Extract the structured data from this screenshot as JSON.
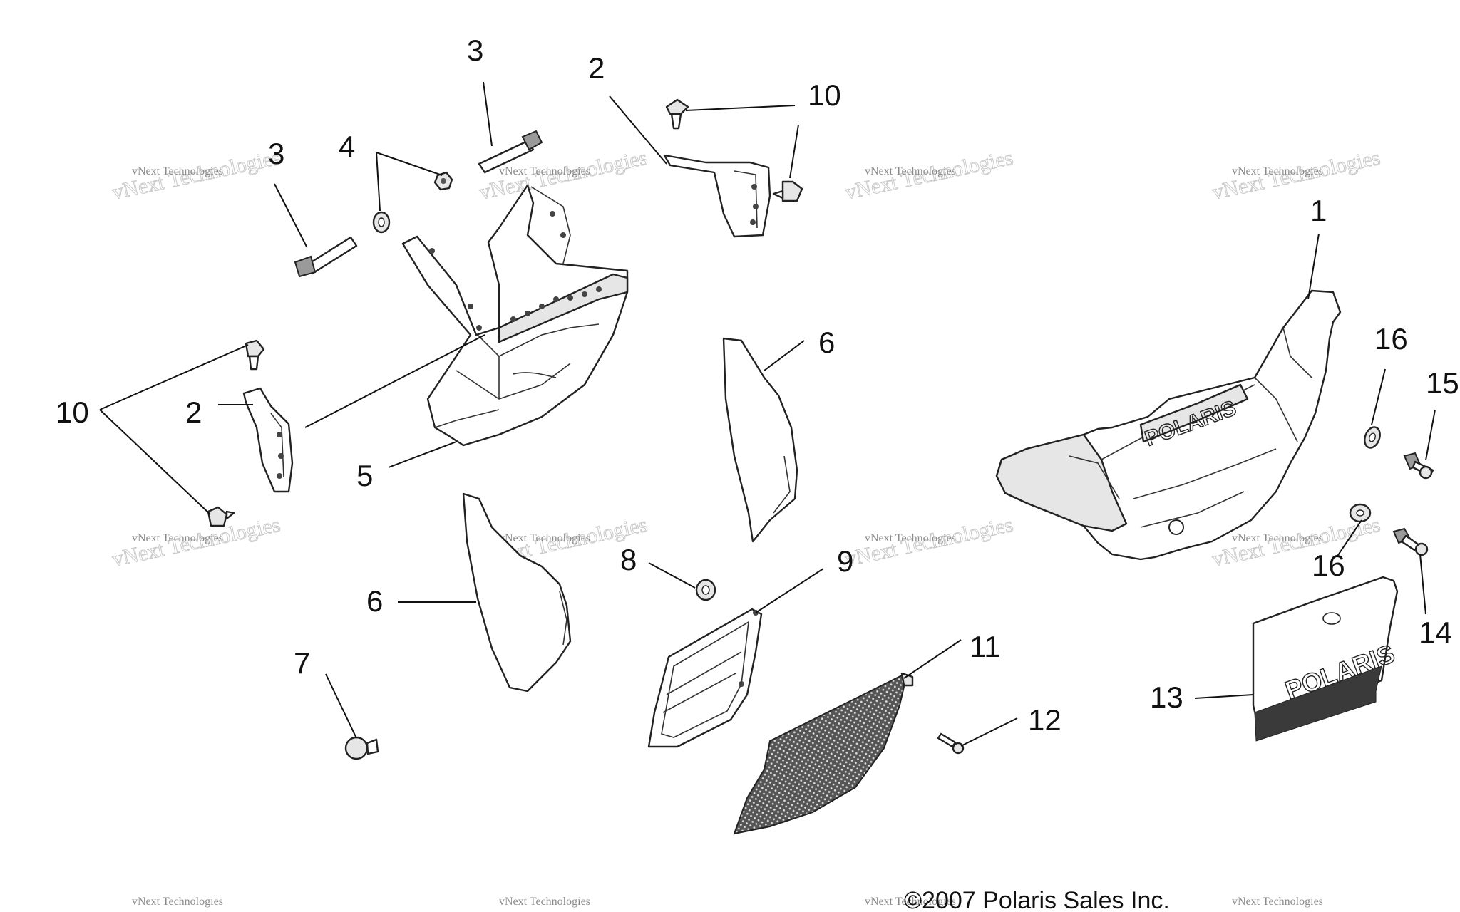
{
  "callouts": [
    {
      "id": "c-3a",
      "text": "3"
    },
    {
      "id": "c-2a",
      "text": "2"
    },
    {
      "id": "c-10a",
      "text": "10"
    },
    {
      "id": "c-3b",
      "text": "3"
    },
    {
      "id": "c-4",
      "text": "4"
    },
    {
      "id": "c-1",
      "text": "1"
    },
    {
      "id": "c-16a",
      "text": "16"
    },
    {
      "id": "c-15",
      "text": "15"
    },
    {
      "id": "c-6a",
      "text": "6"
    },
    {
      "id": "c-10b",
      "text": "10"
    },
    {
      "id": "c-2b",
      "text": "2"
    },
    {
      "id": "c-5",
      "text": "5"
    },
    {
      "id": "c-16b",
      "text": "16"
    },
    {
      "id": "c-9",
      "text": "9"
    },
    {
      "id": "c-8",
      "text": "8"
    },
    {
      "id": "c-6b",
      "text": "6"
    },
    {
      "id": "c-14",
      "text": "14"
    },
    {
      "id": "c-11",
      "text": "11"
    },
    {
      "id": "c-7",
      "text": "7"
    },
    {
      "id": "c-13",
      "text": "13"
    },
    {
      "id": "c-12",
      "text": "12"
    }
  ],
  "watermark": {
    "big": "vNext Technologies",
    "small": "vNext Technologies"
  },
  "copyright": "©2007 Polaris Sales Inc.",
  "brand_text": "POLARIS"
}
